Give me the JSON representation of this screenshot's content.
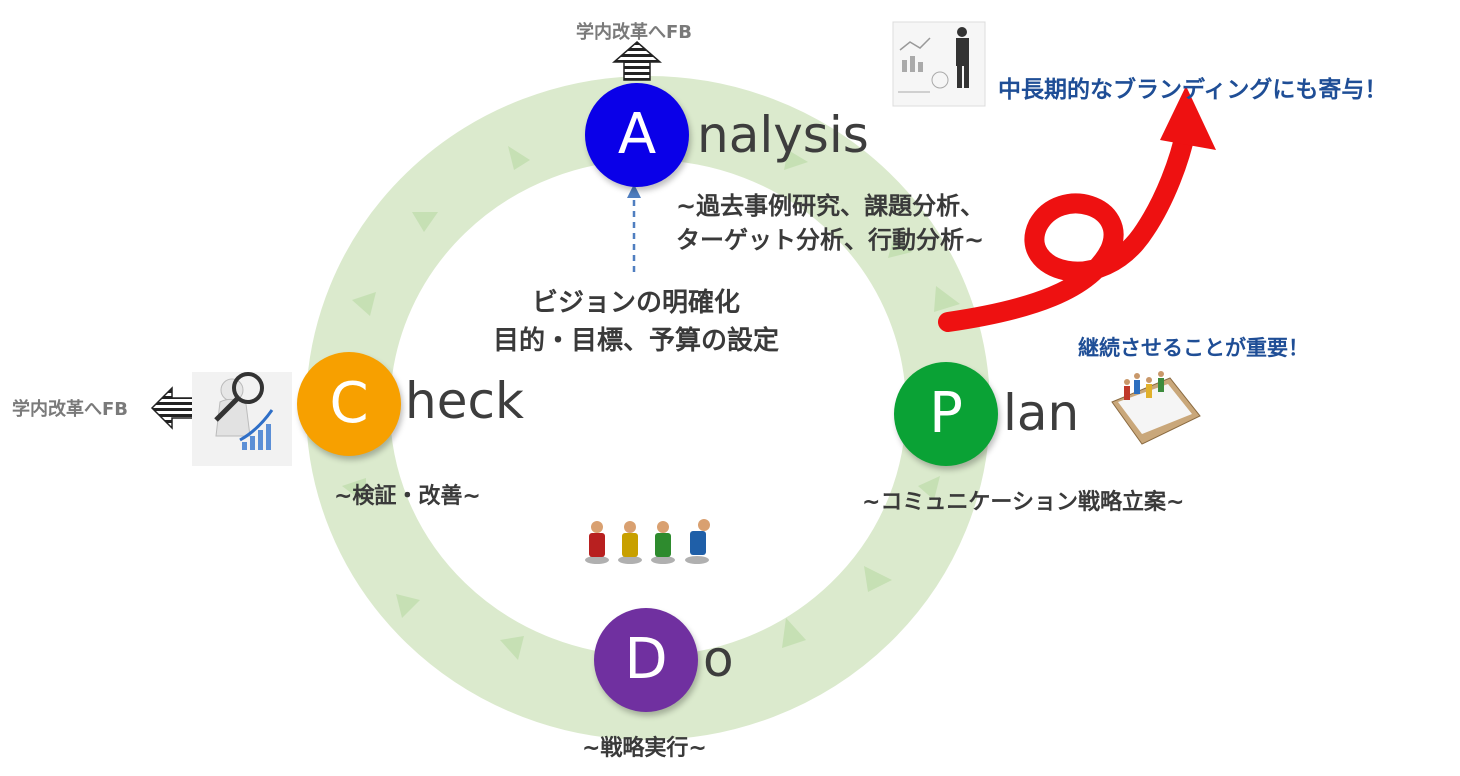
{
  "cycle": {
    "ring_color": "#dbeacd",
    "arrow_color": "#c4dfb2",
    "phases": [
      {
        "id": "analysis",
        "letter": "A",
        "rest": "nalysis",
        "color": "#0a00e8",
        "desc_lines": [
          "~過去事例研究、課題分析、",
          "ターゲット分析、行動分析~"
        ]
      },
      {
        "id": "plan",
        "letter": "P",
        "rest": "lan",
        "color": "#0aa235",
        "desc_lines": [
          "~コミュニケーション戦略立案~"
        ]
      },
      {
        "id": "do",
        "letter": "D",
        "rest": "o",
        "color": "#7030a0",
        "desc_lines": [
          "~戦略実行~"
        ]
      },
      {
        "id": "check",
        "letter": "C",
        "rest": "heck",
        "color": "#f7a000",
        "desc_lines": [
          "~検証・改善~"
        ]
      }
    ]
  },
  "center": {
    "lines": [
      "ビジョンの明確化",
      "目的・目標、予算の設定"
    ]
  },
  "feedback": {
    "top": "学内改革へFB",
    "left": "学内改革へFB"
  },
  "callouts": {
    "long_term": "中長期的なブランディングにも寄与！",
    "continuity": "継続させることが重要！"
  }
}
